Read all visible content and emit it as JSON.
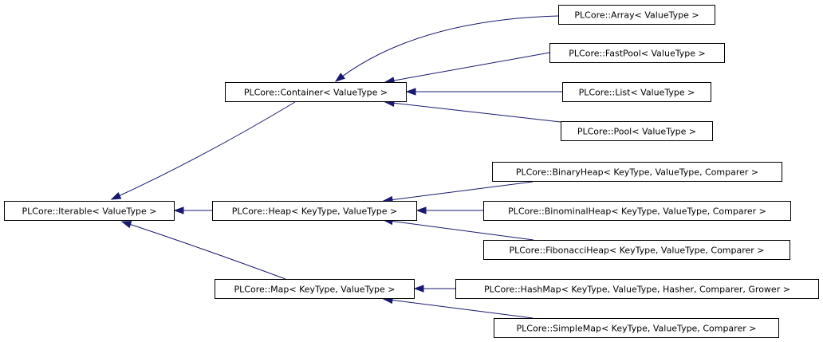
{
  "diagram": {
    "nodes": [
      {
        "id": "iterable",
        "label": "PLCore::Iterable< ValueType >"
      },
      {
        "id": "container",
        "label": "PLCore::Container< ValueType >"
      },
      {
        "id": "heap",
        "label": "PLCore::Heap< KeyType, ValueType >"
      },
      {
        "id": "map",
        "label": "PLCore::Map< KeyType, ValueType >"
      },
      {
        "id": "array",
        "label": "PLCore::Array< ValueType >"
      },
      {
        "id": "fastpool",
        "label": "PLCore::FastPool< ValueType >"
      },
      {
        "id": "list",
        "label": "PLCore::List< ValueType >"
      },
      {
        "id": "pool",
        "label": "PLCore::Pool< ValueType >"
      },
      {
        "id": "binaryheap",
        "label": "PLCore::BinaryHeap< KeyType, ValueType, Comparer >"
      },
      {
        "id": "binominalheap",
        "label": "PLCore::BinominalHeap< KeyType, ValueType, Comparer >"
      },
      {
        "id": "fibonacciheap",
        "label": "PLCore::FibonacciHeap< KeyType, ValueType, Comparer >"
      },
      {
        "id": "hashmap",
        "label": "PLCore::HashMap< KeyType, ValueType, Hasher, Comparer, Grower >"
      },
      {
        "id": "simplemap",
        "label": "PLCore::SimpleMap< KeyType, ValueType, Comparer >"
      }
    ],
    "edges": [
      {
        "from": "container",
        "to": "iterable"
      },
      {
        "from": "heap",
        "to": "iterable"
      },
      {
        "from": "map",
        "to": "iterable"
      },
      {
        "from": "array",
        "to": "container"
      },
      {
        "from": "fastpool",
        "to": "container"
      },
      {
        "from": "list",
        "to": "container"
      },
      {
        "from": "pool",
        "to": "container"
      },
      {
        "from": "binaryheap",
        "to": "heap"
      },
      {
        "from": "binominalheap",
        "to": "heap"
      },
      {
        "from": "fibonacciheap",
        "to": "heap"
      },
      {
        "from": "hashmap",
        "to": "map"
      },
      {
        "from": "simplemap",
        "to": "map"
      }
    ],
    "colors": {
      "edge": "#191970",
      "box_border": "#000000",
      "box_fill": "#ffffff",
      "text": "#000000"
    }
  }
}
